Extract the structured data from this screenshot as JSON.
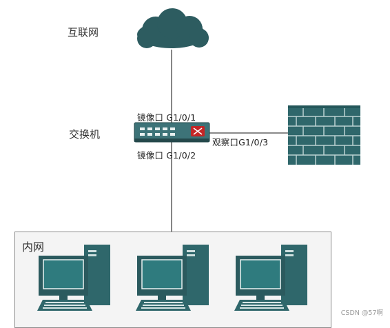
{
  "nodes": {
    "internet_label": "互联网",
    "switch_label": "交换机",
    "lan_label": "内网"
  },
  "ports": {
    "mirror_1": "镜像口 G1/0/1",
    "mirror_2": "镜像口 G1/0/2",
    "observe_3": "观察口G1/0/3"
  },
  "watermark": "CSDN @57啊",
  "colors": {
    "teal_dark": "#2b5a5e",
    "teal_mid": "#3a7277",
    "teal_screen": "#2f7b7e",
    "line": "#444444"
  },
  "icons": [
    "cloud-icon",
    "switch-icon",
    "firewall-icon",
    "computer-icon"
  ]
}
